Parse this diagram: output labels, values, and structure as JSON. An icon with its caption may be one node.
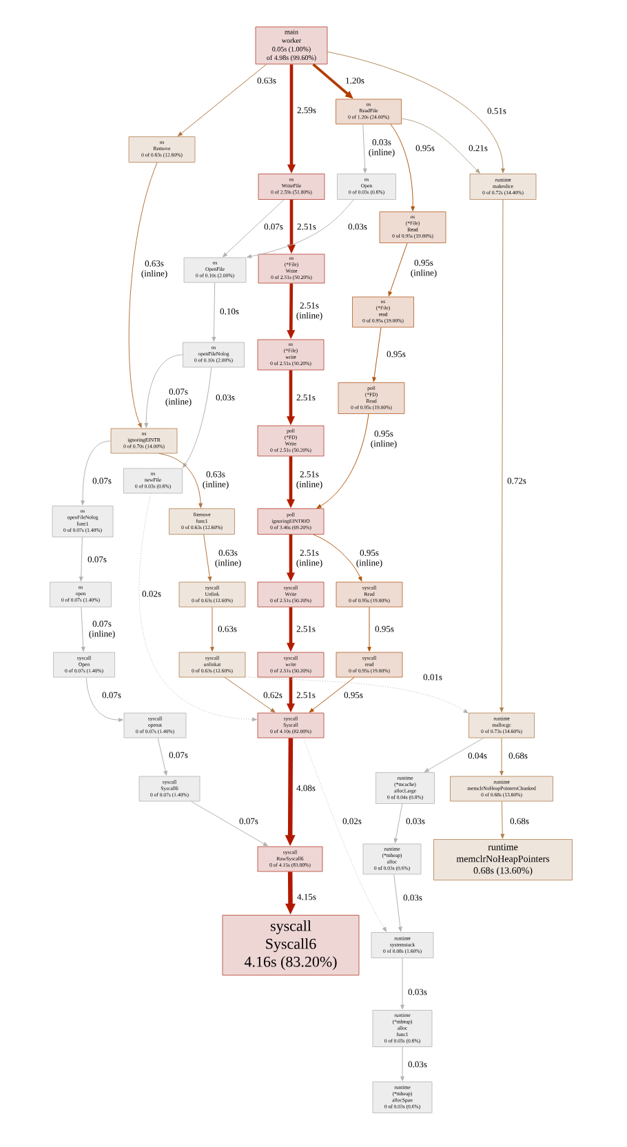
{
  "diagram": {
    "nodes": [
      {
        "text": [
          "main",
          "worker",
          "0.05s (1.00%)",
          "of 4.98s (99.60%)"
        ]
      },
      {
        "text": [
          "os",
          "Remove",
          "0 of 0.63s (12.60%)"
        ]
      },
      {
        "text": [
          "os",
          "ReadFile",
          "0 of 1.20s (24.00%)"
        ]
      },
      {
        "text": [
          "os",
          "WriteFile",
          "0 of 2.59s (51.80%)"
        ]
      },
      {
        "text": [
          "os",
          "Open",
          "0 of 0.03s (0.6%)"
        ]
      },
      {
        "text": [
          "runtime",
          "makeslice",
          "0 of 0.72s (14.40%)"
        ]
      },
      {
        "text": [
          "os",
          "(*File)",
          "Read",
          "0 of 0.95s (19.00%)"
        ]
      },
      {
        "text": [
          "os",
          "OpenFile",
          "0 of 0.10s (2.00%)"
        ]
      },
      {
        "text": [
          "os",
          "(*File)",
          "Write",
          "0 of 2.51s (50.20%)"
        ]
      },
      {
        "text": [
          "os",
          "(*File)",
          "read",
          "0 of 0.95s (19.00%)"
        ]
      },
      {
        "text": [
          "os",
          "openFileNolog",
          "0 of 0.10s (2.00%)"
        ]
      },
      {
        "text": [
          "os",
          "(*File)",
          "write",
          "0 of 2.51s (50.20%)"
        ]
      },
      {
        "text": [
          "poll",
          "(*FD)",
          "Read",
          "0 of 0.95s (19.00%)"
        ]
      },
      {
        "text": [
          "os",
          "ignoringEINTR",
          "0 of 0.70s (14.00%)"
        ]
      },
      {
        "text": [
          "os",
          "newFile",
          "0 of 0.03s (0.6%)"
        ]
      },
      {
        "text": [
          "poll",
          "(*FD)",
          "Write",
          "0 of 2.51s (50.20%)"
        ]
      },
      {
        "text": [
          "os",
          "openFileNolog",
          "func1",
          "0 of 0.07s (1.40%)"
        ]
      },
      {
        "text": [
          "Remove",
          "func1",
          "0 of 0.63s (12.60%)"
        ]
      },
      {
        "text": [
          "poll",
          "ignoringEINTRIO",
          "0 of 3.46s (69.20%)"
        ]
      },
      {
        "text": [
          "os",
          "open",
          "0 of 0.07s (1.40%)"
        ]
      },
      {
        "text": [
          "syscall",
          "Unlink",
          "0 of 0.63s (12.60%)"
        ]
      },
      {
        "text": [
          "syscall",
          "Write",
          "0 of 2.51s (50.20%)"
        ]
      },
      {
        "text": [
          "syscall",
          "Read",
          "0 of 0.95s (19.00%)"
        ]
      },
      {
        "text": [
          "syscall",
          "Open",
          "0 of 0.07s (1.40%)"
        ]
      },
      {
        "text": [
          "syscall",
          "unlinkat",
          "0 of 0.63s (12.60%)"
        ]
      },
      {
        "text": [
          "syscall",
          "write",
          "0 of 2.51s (50.20%)"
        ]
      },
      {
        "text": [
          "syscall",
          "read",
          "0 of 0.95s (19.00%)"
        ]
      },
      {
        "text": [
          "syscall",
          "Syscall",
          "0 of 4.10s (82.00%)"
        ]
      },
      {
        "text": [
          "runtime",
          "mallocgc",
          "0 of 0.73s (14.60%)"
        ]
      },
      {
        "text": [
          "syscall",
          "openat",
          "0 of 0.07s (1.40%)"
        ]
      },
      {
        "text": [
          "runtime",
          "(*mcache)",
          "allocLarge",
          "0 of 0.04s (0.8%)"
        ]
      },
      {
        "text": [
          "runtime",
          "memclrNoHeapPointersChunked",
          "0 of 0.68s (13.60%)"
        ]
      },
      {
        "text": [
          "syscall",
          "Syscall6",
          "0 of 0.07s (1.40%)"
        ]
      },
      {
        "text": [
          "runtime",
          "(*mheap)",
          "alloc",
          "0 of 0.03s (0.6%)"
        ]
      },
      {
        "text": [
          "runtime",
          "memclrNoHeapPointers",
          "0.68s (13.60%)"
        ]
      },
      {
        "text": [
          "syscall",
          "RawSyscall6",
          "0 of 4.15s (83.00%)"
        ]
      },
      {
        "text": [
          "syscall",
          "Syscall6",
          "4.16s (83.20%)"
        ]
      },
      {
        "text": [
          "runtime",
          "systemstack",
          "0 of 0.08s (1.60%)"
        ]
      },
      {
        "text": [
          "runtime",
          "(*mheap)",
          "alloc",
          "func1",
          "0 of 0.03s (0.6%)"
        ]
      },
      {
        "text": [
          "runtime",
          "(*mheap)",
          "allocSpan",
          "0 of 0.03s (0.6%)"
        ]
      }
    ],
    "edges": [
      {
        "from": 0,
        "to": 1,
        "arrow": "to",
        "label": "0.63s",
        "color": "#b2733f"
      },
      {
        "from": 0,
        "to": 3,
        "arrow": "to",
        "label": "2.59s",
        "style": "thick",
        "color": "#b21c00"
      },
      {
        "from": 0,
        "to": 2,
        "arrow": "to",
        "label": "1.20s",
        "style": "thick",
        "color": "#b23c00"
      },
      {
        "from": 0,
        "to": 5,
        "arrow": "to",
        "label": "0.51s",
        "color": "#b28b5c"
      },
      {
        "from": 2,
        "to": 4,
        "arrow": "to",
        "label": "0.03s (inline)"
      },
      {
        "from": 2,
        "to": 6,
        "arrow": "to",
        "label": "0.95s",
        "color": "#b2560c"
      },
      {
        "from": 2,
        "to": 5,
        "arrow": "to",
        "label": "0.21s",
        "color": "#b2a48c"
      },
      {
        "from": 3,
        "to": 7,
        "arrow": "to",
        "label": "0.07s"
      },
      {
        "from": 3,
        "to": 8,
        "arrow": "to",
        "label": "2.51s",
        "style": "thick",
        "color": "#b21c00"
      },
      {
        "from": 4,
        "to": 7,
        "arrow": "to",
        "label": "0.03s"
      },
      {
        "from": 1,
        "to": 13,
        "arrow": "to",
        "label": "0.63s (inline)",
        "color": "#b2733f"
      },
      {
        "from": 6,
        "to": 9,
        "arrow": "to",
        "label": "0.95s (inline)",
        "color": "#b2560c"
      },
      {
        "from": 7,
        "to": 10,
        "arrow": "to",
        "label": "0.10s"
      },
      {
        "from": 8,
        "to": 11,
        "arrow": "to",
        "label": "2.51s (inline)",
        "style": "thick",
        "color": "#b21c00"
      },
      {
        "from": 9,
        "to": 12,
        "arrow": "to",
        "label": "0.95s",
        "color": "#b2560c"
      },
      {
        "from": 10,
        "to": 13,
        "arrow": "to",
        "label": "0.07s (inline)"
      },
      {
        "from": 10,
        "to": 14,
        "arrow": "to",
        "label": "0.03s"
      },
      {
        "from": 11,
        "to": 15,
        "arrow": "to",
        "label": "2.51s",
        "style": "thick",
        "color": "#b21c00"
      },
      {
        "from": 12,
        "to": 18,
        "arrow": "to",
        "label": "0.95s (inline)",
        "color": "#b2560c"
      },
      {
        "from": 13,
        "to": 16,
        "arrow": "to",
        "label": "0.07s"
      },
      {
        "from": 13,
        "to": 17,
        "arrow": "to",
        "label": "0.63s (inline)",
        "color": "#b2733f"
      },
      {
        "from": 15,
        "to": 18,
        "arrow": "to",
        "label": "2.51s (inline)",
        "style": "thick",
        "color": "#b21c00"
      },
      {
        "from": 5,
        "to": 28,
        "arrow": "to",
        "label": "0.72s",
        "color": "#b2824f"
      },
      {
        "from": 14,
        "to": 27,
        "arrow": "to",
        "label": "0.02s",
        "style": "dashed"
      },
      {
        "from": 16,
        "to": 19,
        "arrow": "to",
        "label": "0.07s"
      },
      {
        "from": 17,
        "to": 20,
        "arrow": "to",
        "label": "0.63s (inline)",
        "color": "#b2733f"
      },
      {
        "from": 18,
        "to": 21,
        "arrow": "to",
        "label": "2.51s (inline)",
        "style": "thick",
        "color": "#b21c00"
      },
      {
        "from": 18,
        "to": 22,
        "arrow": "to",
        "label": "0.95s (inline)",
        "color": "#b2560c"
      },
      {
        "from": 19,
        "to": 23,
        "arrow": "to",
        "label": "0.07s (inline)"
      },
      {
        "from": 20,
        "to": 24,
        "arrow": "to",
        "label": "0.63s",
        "color": "#b2733f"
      },
      {
        "from": 21,
        "to": 25,
        "arrow": "to",
        "label": "2.51s",
        "style": "thick",
        "color": "#b21c00"
      },
      {
        "from": 22,
        "to": 26,
        "arrow": "to",
        "label": "0.95s",
        "color": "#b2560c"
      },
      {
        "from": 23,
        "to": 29,
        "arrow": "to",
        "label": "0.07s"
      },
      {
        "from": 24,
        "to": 27,
        "arrow": "to",
        "label": "0.62s",
        "color": "#b2733f"
      },
      {
        "from": 25,
        "to": 27,
        "arrow": "to",
        "label": "2.51s",
        "style": "thick",
        "color": "#b21c00"
      },
      {
        "from": 26,
        "to": 27,
        "arrow": "to",
        "label": "0.95s",
        "color": "#b2560c"
      },
      {
        "from": 24,
        "to": 28,
        "arrow": "to",
        "label": "0.01s",
        "style": "dashed"
      },
      {
        "from": 29,
        "to": 32,
        "arrow": "to",
        "label": "0.07s"
      },
      {
        "from": 28,
        "to": 30,
        "arrow": "to",
        "label": "0.04s"
      },
      {
        "from": 28,
        "to": 31,
        "arrow": "to",
        "label": "0.68s",
        "color": "#b2824f"
      },
      {
        "from": 27,
        "to": 35,
        "arrow": "to",
        "label": "4.08s",
        "style": "thick",
        "color": "#b21800"
      },
      {
        "from": 27,
        "to": 37,
        "arrow": "to",
        "label": "0.02s",
        "style": "dashed"
      },
      {
        "from": 30,
        "to": 33,
        "arrow": "to",
        "label": "0.03s"
      },
      {
        "from": 31,
        "to": 34,
        "arrow": "to",
        "label": "0.68s",
        "color": "#b2824f"
      },
      {
        "from": 32,
        "to": 35,
        "arrow": "to",
        "label": "0.07s"
      },
      {
        "from": 35,
        "to": 36,
        "arrow": "to",
        "label": "4.15s",
        "style": "thick",
        "color": "#b21800"
      },
      {
        "from": 33,
        "to": 37,
        "arrow": "to",
        "label": "0.03s"
      },
      {
        "from": 37,
        "to": 38,
        "arrow": "to",
        "label": "0.03s"
      },
      {
        "from": 38,
        "to": 39,
        "arrow": "to",
        "label": "0.03s"
      }
    ]
  }
}
